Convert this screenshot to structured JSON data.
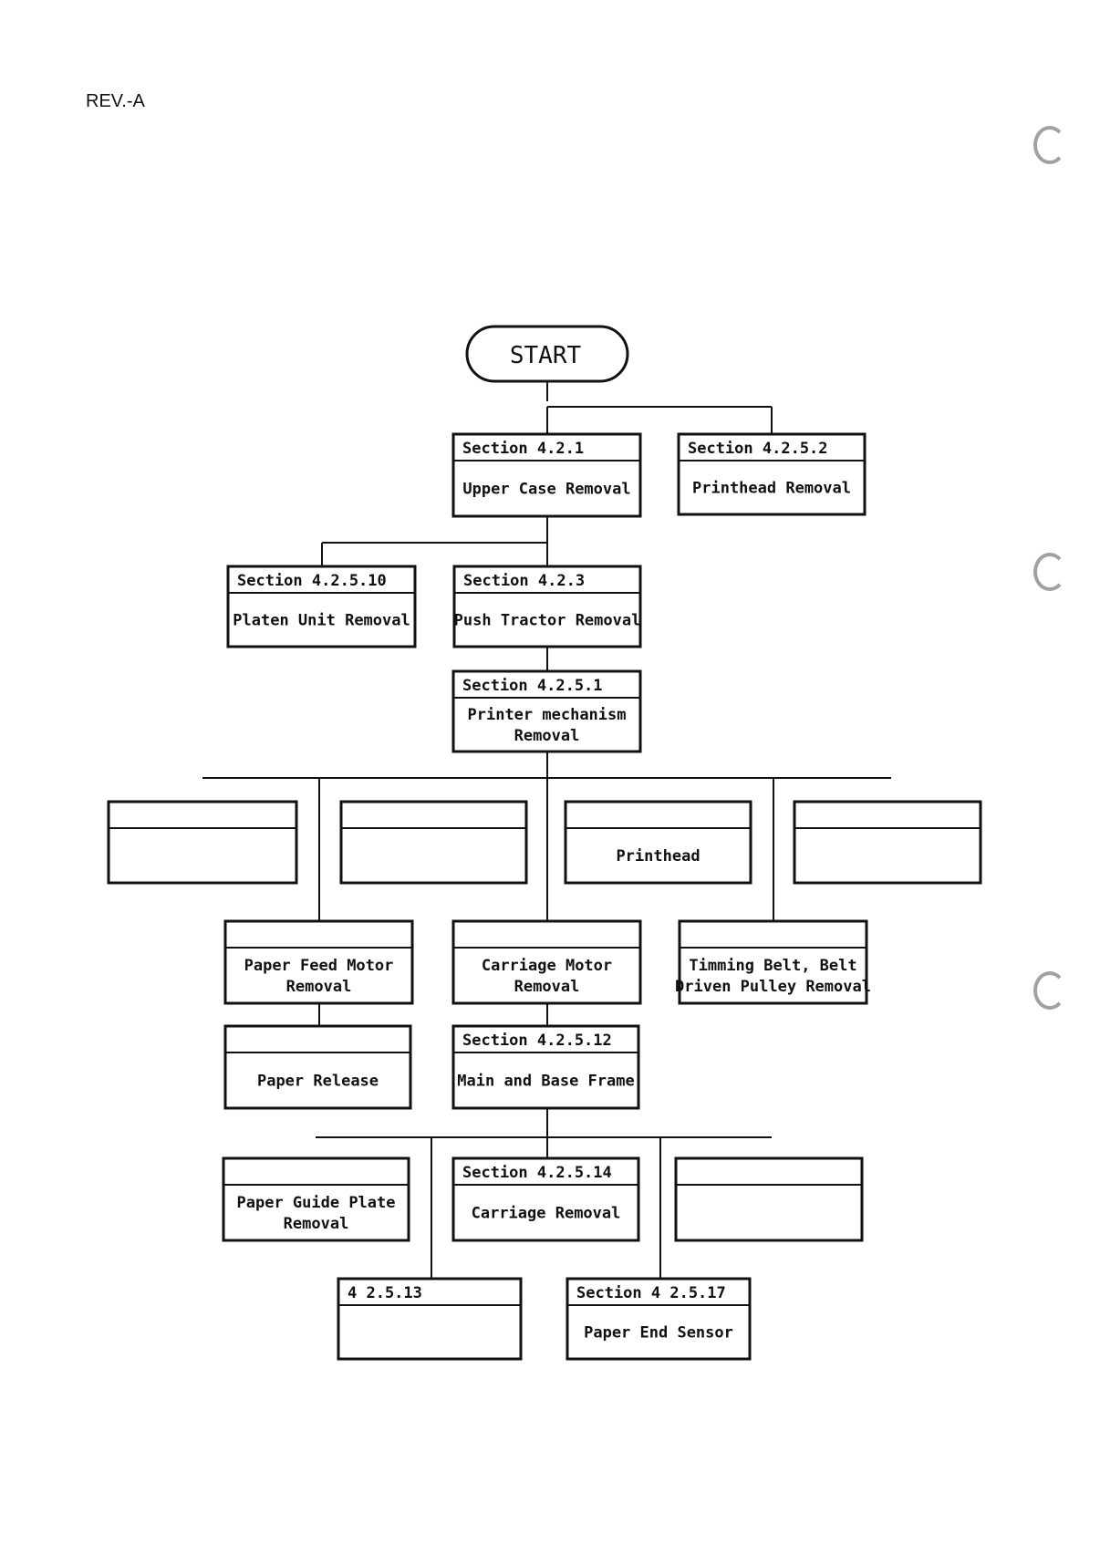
{
  "header": {
    "revision": "REV.-A"
  },
  "flowchart": {
    "start": "START",
    "boxes": {
      "upper_case": {
        "section": "Section 4.2.1",
        "title": [
          "Upper Case Removal"
        ]
      },
      "printhead_top": {
        "section": "Section 4.2.5.2",
        "title": [
          "Printhead Removal"
        ]
      },
      "platen": {
        "section": "Section 4.2.5.10",
        "title": [
          "Platen Unit Removal"
        ]
      },
      "push_tractor": {
        "section": "Section 4.2.3",
        "title": [
          "Push Tractor Removal"
        ]
      },
      "printer_mech": {
        "section": "Section 4.2.5.1",
        "title": [
          "Printer mechanism",
          "Removal"
        ]
      },
      "row1_a": {
        "section": "",
        "title": [
          ""
        ]
      },
      "row1_b": {
        "section": "",
        "title": [
          ""
        ]
      },
      "row1_c": {
        "section": "",
        "title": [
          "Printhead"
        ]
      },
      "row1_d": {
        "section": "",
        "title": [
          ""
        ]
      },
      "paper_feed_motor": {
        "section": "",
        "title": [
          "Paper Feed Motor",
          "Removal"
        ]
      },
      "carriage_motor": {
        "section": "",
        "title": [
          "Carriage Motor",
          "Removal"
        ]
      },
      "timing_belt": {
        "section": "",
        "title": [
          "Timming Belt, Belt",
          "Driven Pulley Removal"
        ]
      },
      "paper_release": {
        "section": "",
        "title": [
          "Paper Release"
        ]
      },
      "main_base_frame": {
        "section": "Section 4.2.5.12",
        "title": [
          "Main and Base Frame"
        ]
      },
      "paper_guide": {
        "section": "",
        "title": [
          "Paper Guide Plate",
          "Removal"
        ]
      },
      "carriage_removal": {
        "section": "Section 4.2.5.14",
        "title": [
          "Carriage Removal"
        ]
      },
      "right_blank": {
        "section": "",
        "title": [
          ""
        ]
      },
      "bottom_left": {
        "section": "4 2.5.13",
        "title": [
          ""
        ]
      },
      "paper_end": {
        "section": "Section 4 2.5.17",
        "title": [
          "Paper End Sensor"
        ]
      }
    }
  }
}
